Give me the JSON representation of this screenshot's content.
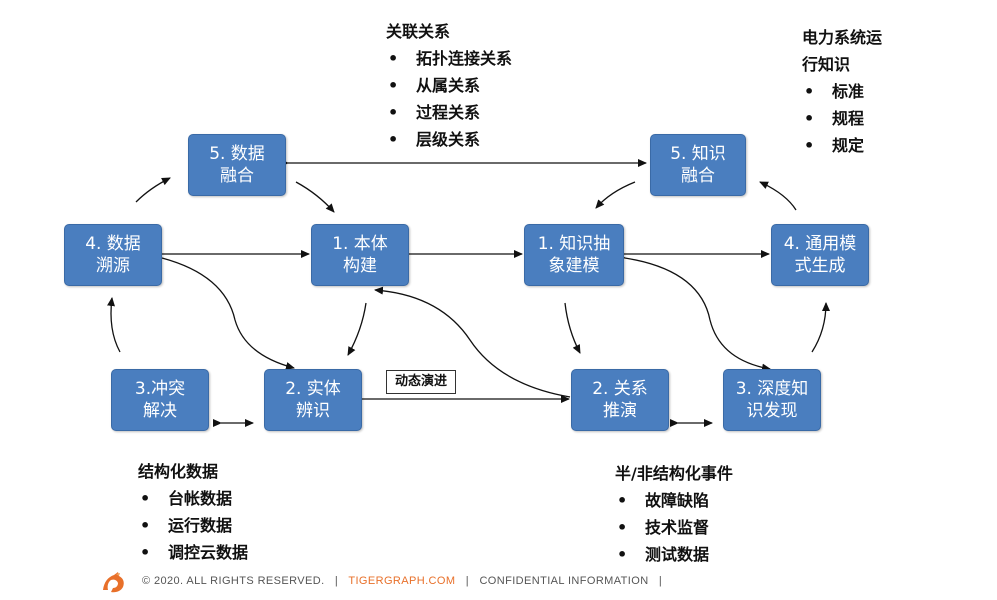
{
  "nodes": {
    "ontology_build": {
      "line1": "1. 本体",
      "line2": "构建"
    },
    "entity_resolution": {
      "line1": "2. 实体",
      "line2": "辨识"
    },
    "conflict_resolve": {
      "line1": "3.冲突",
      "line2": "解决"
    },
    "data_trace": {
      "line1": "4. 数据",
      "line2": "溯源"
    },
    "data_fusion": {
      "line1": "5. 数据",
      "line2": "融合"
    },
    "knowledge_extract": {
      "line1": "1. 知识抽",
      "line2": "象建模"
    },
    "relation_infer": {
      "line1": "2. 关系",
      "line2": "推演"
    },
    "deep_discovery": {
      "line1": "3. 深度知",
      "line2": "识发现"
    },
    "general_pattern": {
      "line1": "4. 通用模",
      "line2": "式生成"
    },
    "knowledge_fusion": {
      "line1": "5. 知识",
      "line2": "融合"
    }
  },
  "relations_list": {
    "title": "关联关系",
    "items": [
      "拓扑连接关系",
      "从属关系",
      "过程关系",
      "层级关系"
    ]
  },
  "power_list": {
    "title_line1": "电力系统运",
    "title_line2": "行知识",
    "items": [
      "标准",
      "规程",
      "规定"
    ]
  },
  "structured_list": {
    "title": "结构化数据",
    "items": [
      "台帐数据",
      "运行数据",
      "调控云数据"
    ]
  },
  "semi_list": {
    "title": "半/非结构化事件",
    "items": [
      "故障缺陷",
      "技术监督",
      "测试数据"
    ]
  },
  "dynamic_label": "动态演进",
  "footer": {
    "copyright": "© 2020. ALL RIGHTS RESERVED.",
    "sep": "|",
    "brand": "TIGERGRAPH.COM",
    "confidential": "CONFIDENTIAL INFORMATION"
  },
  "colors": {
    "node_fill": "#4a7ebf",
    "brand": "#e8702a",
    "arrow": "#111111"
  }
}
